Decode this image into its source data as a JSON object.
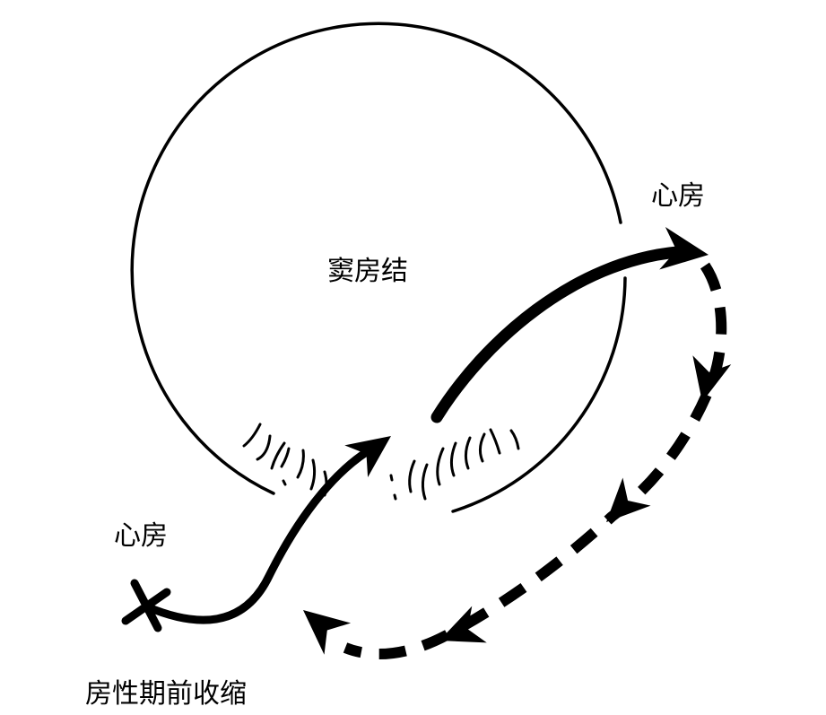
{
  "labels": {
    "sinoatrial_node": "窦房结",
    "atrium_right": "心房",
    "atrium_left": "心房",
    "premature_contraction": "房性期前收缩"
  },
  "colors": {
    "ink": "#000000",
    "background": "#ffffff"
  }
}
